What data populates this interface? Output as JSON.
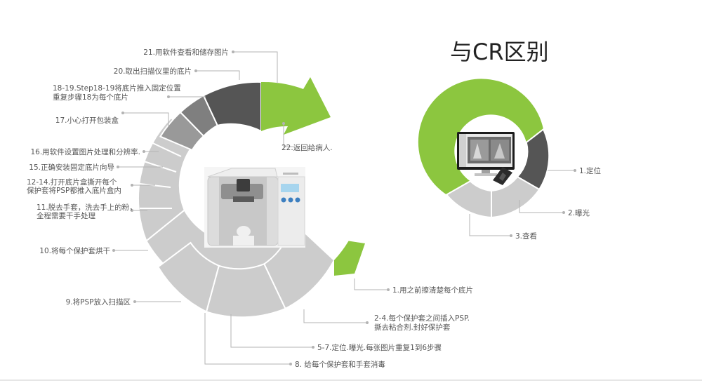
{
  "title": "与CR区别",
  "colors": {
    "green": "#8cc63f",
    "dark": "#555555",
    "mid": "#888888",
    "light": "#cccccc",
    "text": "#555555",
    "leader": "#b3b3b3"
  },
  "steps": [
    {
      "id": "s1",
      "lines": [
        "1.用之前擦清楚每个底片"
      ]
    },
    {
      "id": "s2",
      "lines": [
        "2-4.每个保护套之间插入PSP.",
        "撕去粘合剂.封好保护套"
      ]
    },
    {
      "id": "s3",
      "lines": [
        "5-7.定位.曝光.每张图片重复1到6步骤"
      ]
    },
    {
      "id": "s4",
      "lines": [
        "8. 给每个保护套和手套消毒"
      ]
    },
    {
      "id": "s5",
      "lines": [
        "9.将PSP放入扫描区"
      ]
    },
    {
      "id": "s6",
      "lines": [
        "10.将每个保护套烘干"
      ]
    },
    {
      "id": "s7",
      "lines": [
        "11.脱去手套，洗去手上的粉，",
        "全程需要干手处理"
      ]
    },
    {
      "id": "s8",
      "lines": [
        "12-14.打开底片盒撕开每个",
        "保护套将PSP都推入底片盒内"
      ]
    },
    {
      "id": "s9",
      "lines": [
        "15.正确安装固定底片向导"
      ]
    },
    {
      "id": "s10",
      "lines": [
        "16.用软件设置图片处理和分辨率."
      ]
    },
    {
      "id": "s11",
      "lines": [
        "17.小心打开包装盒"
      ]
    },
    {
      "id": "s12",
      "lines": [
        "18-19.Step18-19将底片推入固定位置",
        "重复步骤18为每个底片"
      ]
    },
    {
      "id": "s13",
      "lines": [
        "20.取出扫描仪里的底片"
      ]
    },
    {
      "id": "s14",
      "lines": [
        "21.用软件查看和储存图片"
      ]
    },
    {
      "id": "s15",
      "lines": [
        "22.返回给病人."
      ]
    }
  ],
  "comparison": [
    {
      "id": "c1",
      "label": "1.定位"
    },
    {
      "id": "c2",
      "label": "2.曝光"
    },
    {
      "id": "c3",
      "label": "3.查看"
    }
  ]
}
